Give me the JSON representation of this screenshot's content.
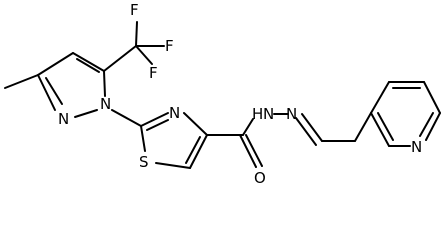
{
  "molecule": {
    "atoms": {
      "f_top": "F",
      "f_right": "F",
      "f_mid": "F",
      "n_pyrazole_2": "N",
      "n_pyrazole_1": "N",
      "n_thiazole": "N",
      "s_thiazole": "S",
      "o_carbonyl": "O",
      "nh_hydrazide": "H",
      "n_hydrazide": "N",
      "n_imine": "N",
      "n_pyridine": "N"
    }
  }
}
